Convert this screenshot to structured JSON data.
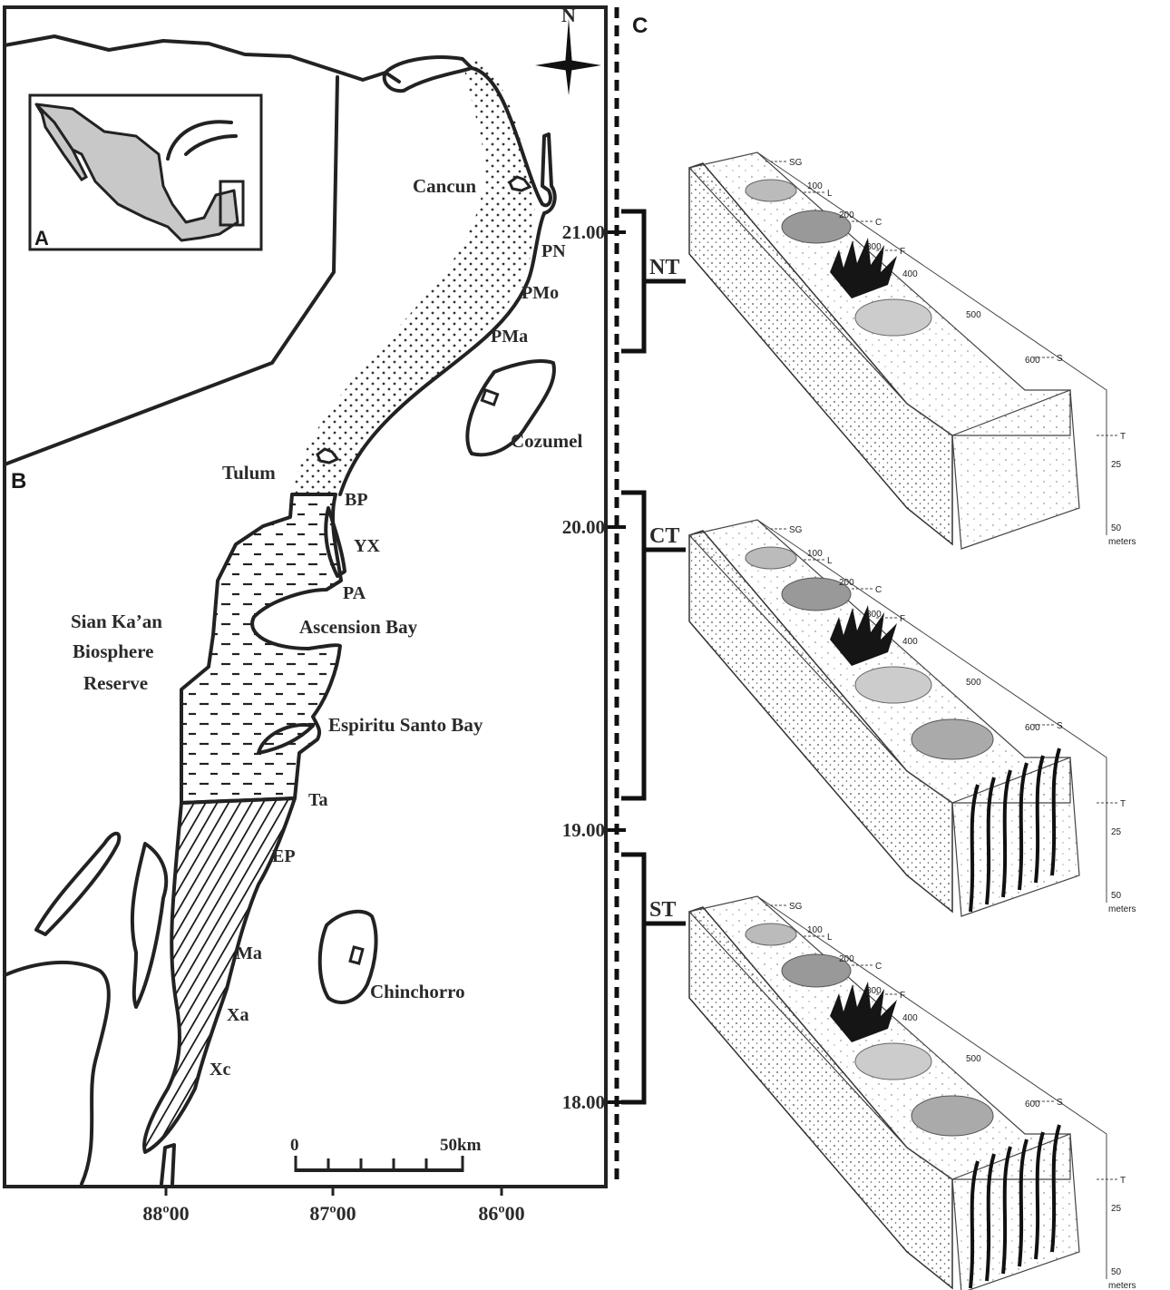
{
  "panels": {
    "inset": "A",
    "map": "B",
    "profiles": "C"
  },
  "north_label": "N",
  "places": {
    "cancun": "Cancun",
    "tulum": "Tulum",
    "cozumel": "Cozumel",
    "sian_kaan": [
      "Sian Ka’an",
      "Biosphere",
      "Reserve"
    ],
    "ascension_bay": "Ascension Bay",
    "espiritu_santo_bay": "Espiritu Santo Bay",
    "chinchorro": "Chinchorro"
  },
  "sites": [
    "PN",
    "PMo",
    "PMa",
    "BP",
    "YX",
    "PA",
    "Ta",
    "EP",
    "Ma",
    "Xa",
    "Xc"
  ],
  "longitudes": [
    "88º00",
    "87º00",
    "86º00"
  ],
  "latitudes": [
    "21.00",
    "20.00",
    "19.00",
    "18.00"
  ],
  "scale_bar": {
    "start": "0",
    "end": "50km"
  },
  "regions": [
    "NT",
    "CT",
    "ST"
  ],
  "profile_labels": {
    "zones": [
      "SG",
      "L",
      "C",
      "F",
      "S",
      "T"
    ],
    "distances": [
      "100",
      "200",
      "300",
      "400",
      "500",
      "600"
    ],
    "depths": [
      "25",
      "50"
    ],
    "unit": "meters"
  },
  "colors": {
    "land": "#ffffff",
    "mexico_fill": "#c8c8c8",
    "line": "#222222"
  }
}
